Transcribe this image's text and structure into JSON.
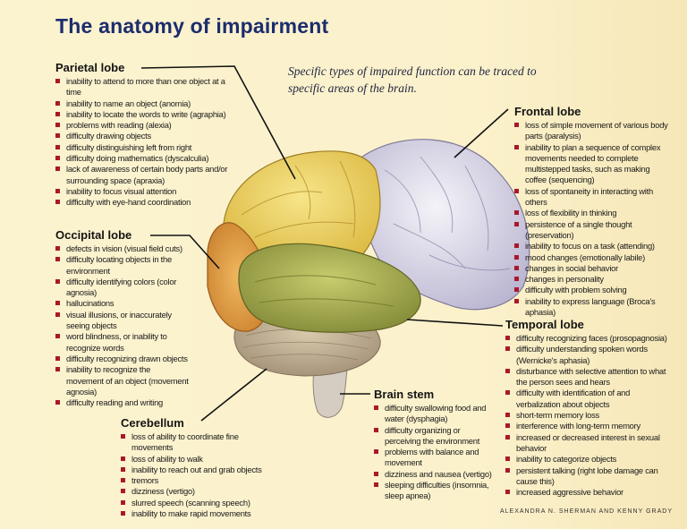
{
  "title": "The anatomy of impairment",
  "subtitle": "Specific types of impaired function can be traced to specific areas of the brain.",
  "credit": "ALEXANDRA N. SHERMAN AND KENNY GRADY",
  "colors": {
    "title": "#1c2d6e",
    "bullet": "#a8192a",
    "frontal": "#e7e4f0",
    "parietal": "#f2dc6a",
    "occipital": "#e8a24a",
    "temporal": "#b3b857",
    "cerebellum": "#c9b89a",
    "brainstem": "#d8cfc6"
  },
  "parietal": {
    "heading": "Parietal lobe",
    "items": [
      "inability to attend to more than one object at a time",
      "inability to name an object (anomia)",
      "inability to locate the words to write (agraphia)",
      "problems with reading (alexia)",
      "difficulty drawing objects",
      "difficulty distinguishing left from right",
      "difficulty doing mathematics (dyscalculia)",
      "lack of awareness of certain body parts and/or surrounding space (apraxia)",
      "inability to focus visual attention",
      "difficulty with eye-hand coordination"
    ]
  },
  "occipital": {
    "heading": "Occipital lobe",
    "items": [
      "defects in vision (visual field cuts)",
      "difficulty locating objects in the environment",
      "difficulty identifying colors (color agnosia)",
      "hallucinations",
      "visual illusions, or inaccurately seeing objects",
      "word blindness, or inability to recognize words",
      "difficulty recognizing drawn objects",
      "inability to recognize the movement of an object (movement agnosia)",
      "difficulty reading and writing"
    ]
  },
  "cerebellum": {
    "heading": "Cerebellum",
    "items": [
      "loss of ability to coordinate fine movements",
      "loss of ability to walk",
      "inability to reach out and grab objects",
      "tremors",
      "dizziness (vertigo)",
      "slurred speech (scanning speech)",
      "inability to make rapid movements"
    ]
  },
  "brainstem": {
    "heading": "Brain stem",
    "items": [
      "difficulty swallowing food and water (dysphagia)",
      "difficulty organizing or perceiving the environment",
      "problems with balance and movement",
      "dizziness and nausea (vertigo)",
      "sleeping difficulties (insomnia, sleep apnea)"
    ]
  },
  "frontal": {
    "heading": "Frontal lobe",
    "items": [
      "loss of simple movement of various body parts (paralysis)",
      "inability to plan a sequence of complex movements needed to complete multistepped tasks, such as making coffee (sequencing)",
      "loss of spontaneity in interacting with others",
      "loss of flexibility in thinking",
      "persistence of a single thought (preservation)",
      "inability to focus on a task (attending)",
      "mood changes (emotionally labile)",
      "changes in social behavior",
      "changes in personality",
      "difficulty with problem solving",
      "inability to express language (Broca's aphasia)"
    ]
  },
  "temporal": {
    "heading": "Temporal lobe",
    "items": [
      "difficulty recognizing faces (prosopagnosia)",
      "difficulty understanding spoken words (Wernicke's aphasia)",
      "disturbance with selective attention to what the person sees and hears",
      "difficulty with identification of and verbalization about objects",
      "short-term memory loss",
      "interference with long-term memory",
      "increased or decreased interest in sexual behavior",
      "inability to categorize objects",
      "persistent talking (right lobe damage can cause this)",
      "increased aggressive behavior"
    ]
  }
}
